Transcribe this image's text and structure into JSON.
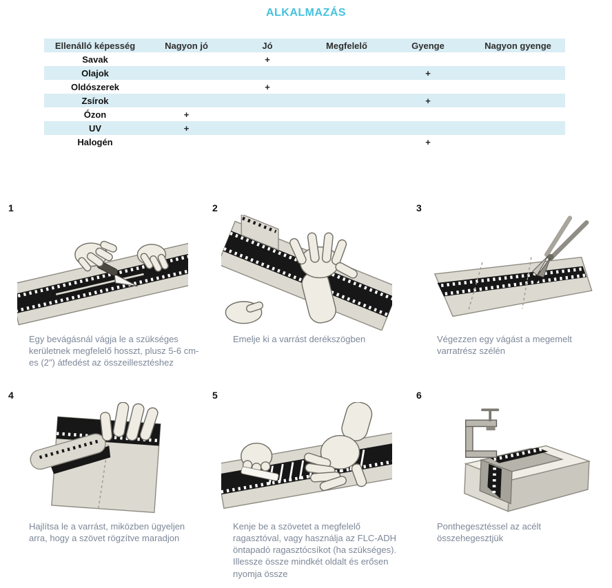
{
  "page": {
    "title": "ALKALMAZÁS"
  },
  "colors": {
    "accent": "#45c2dd",
    "table_stripe": "#d9edf4",
    "caption_text": "#7d8798"
  },
  "table": {
    "headers": [
      "Ellenálló képesség",
      "Nagyon jó",
      "Jó",
      "Megfelelő",
      "Gyenge",
      "Nagyon gyenge"
    ],
    "rows": [
      {
        "label": "Savak",
        "values": [
          "",
          "+",
          "",
          "",
          ""
        ]
      },
      {
        "label": "Olajok",
        "values": [
          "",
          "",
          "",
          "+",
          ""
        ]
      },
      {
        "label": "Oldószerek",
        "values": [
          "",
          "+",
          "",
          "",
          ""
        ]
      },
      {
        "label": "Zsírok",
        "values": [
          "",
          "",
          "",
          "+",
          ""
        ]
      },
      {
        "label": "Ózon",
        "values": [
          "+",
          "",
          "",
          "",
          ""
        ]
      },
      {
        "label": "UV",
        "values": [
          "+",
          "",
          "",
          "",
          ""
        ]
      },
      {
        "label": "Halogén",
        "values": [
          "",
          "",
          "",
          "+",
          ""
        ]
      }
    ]
  },
  "steps": [
    {
      "number": "1",
      "caption": "Egy bevágásnál vágja le a szükséges kerületnek megfelelő hosszt, plusz 5-6 cm-es (2\") átfedést az összeillesztéshez"
    },
    {
      "number": "2",
      "caption": "Emelje ki a varrást derékszögben"
    },
    {
      "number": "3",
      "caption": "Végezzen egy vágást a megemelt varratrész szélén"
    },
    {
      "number": "4",
      "caption": "Hajlítsa le a varrást, miközben ügyeljen arra, hogy a szövet rögzítve maradjon"
    },
    {
      "number": "5",
      "caption": "Kenje be a szövetet a megfelelő ragasztóval, vagy használja az FLC-ADH öntapadó ragasztócsíkot (ha szükséges). Illessze össze mindkét oldalt és erősen nyomja össze"
    },
    {
      "number": "6",
      "caption": "Ponthegesztéssel az acélt összehegesztjük"
    }
  ]
}
